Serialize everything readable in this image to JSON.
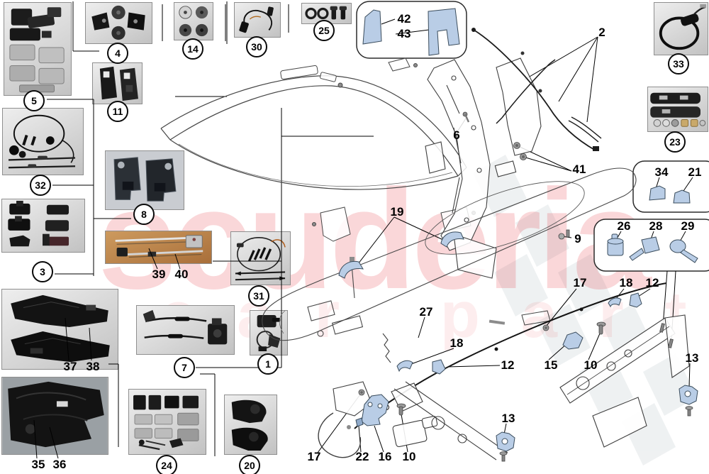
{
  "watermark": {
    "brand": "scuderia",
    "tagline": "car parts"
  },
  "colors": {
    "watermark_red": "#e30613",
    "highlight_blue": "#b9cde6",
    "line_art": "#3f3f3f",
    "checker_gray": "#e4e8ea",
    "photo_border": "#8f8f8f"
  },
  "n": {
    "1": "1",
    "2": "2",
    "3": "3",
    "4": "4",
    "5": "5",
    "6": "6",
    "7": "7",
    "8": "8",
    "9": "9",
    "10": "10",
    "11": "11",
    "12": "12",
    "13": "13",
    "14": "14",
    "15": "15",
    "16": "16",
    "17": "17",
    "18": "18",
    "19": "19",
    "20": "20",
    "21": "21",
    "22": "22",
    "23": "23",
    "24": "24",
    "25": "25",
    "26": "26",
    "27": "27",
    "28": "28",
    "29": "29",
    "30": "30",
    "31": "31",
    "32": "32",
    "33": "33",
    "34": "34",
    "35": "35",
    "36": "36",
    "37": "37",
    "38": "38",
    "39": "39",
    "40": "40",
    "41": "41",
    "42": "42",
    "43": "43"
  },
  "groups": {
    "photo_panel_callouts": [
      "4",
      "14",
      "30",
      "25",
      "5",
      "11",
      "32",
      "8",
      "3",
      "31",
      "7",
      "1",
      "24",
      "20",
      "33",
      "23",
      "39-40",
      "37-38",
      "35-36"
    ],
    "inset_box_callouts": [
      [
        "42",
        "43"
      ],
      [
        "34",
        "21"
      ],
      [
        "26",
        "28",
        "29"
      ]
    ],
    "highlighted_part_callouts": [
      "12",
      "13",
      "15",
      "16",
      "18",
      "19",
      "21",
      "22",
      "26",
      "28",
      "29",
      "34",
      "42",
      "43"
    ],
    "hardware_callouts": [
      "2",
      "6",
      "9",
      "10",
      "17",
      "27",
      "41"
    ]
  }
}
